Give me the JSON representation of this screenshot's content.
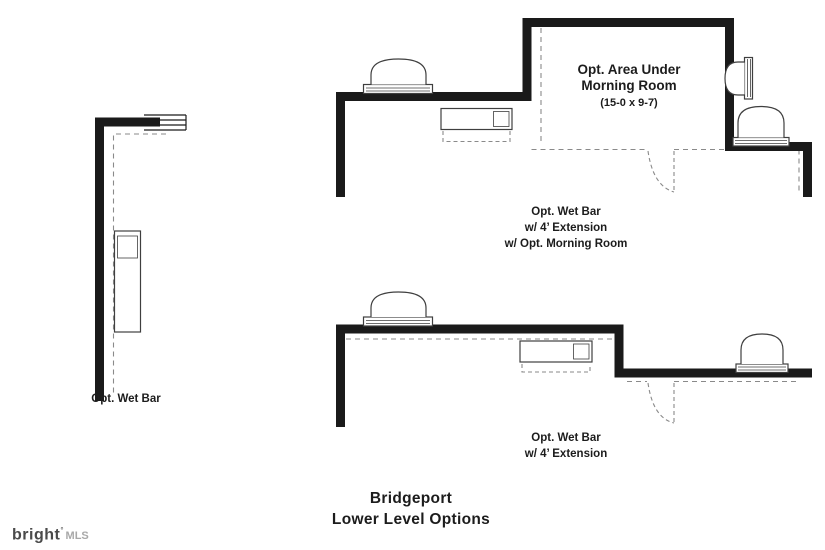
{
  "title": {
    "line1": "Bridgeport",
    "line2": "Lower Level Options"
  },
  "left_plan": {
    "caption": "Opt. Wet Bar"
  },
  "top_plan": {
    "area_label": {
      "line1": "Opt. Area Under",
      "line2": "Morning Room",
      "line3": "(15-0 x 9-7)"
    },
    "caption": {
      "line1": "Opt. Wet Bar",
      "line2": "w/ 4’ Extension",
      "line3": "w/ Opt. Morning Room"
    }
  },
  "bottom_plan": {
    "caption": {
      "line1": "Opt. Wet Bar",
      "line2": "w/ 4’ Extension"
    }
  },
  "watermark": {
    "brand": "bright",
    "mark": "°",
    "suffix": "MLS"
  },
  "colors": {
    "wall": "#1a1a1a",
    "dashed_line": "#8a8a8a",
    "fixture_line": "#3f3f3f",
    "background": "#ffffff"
  }
}
